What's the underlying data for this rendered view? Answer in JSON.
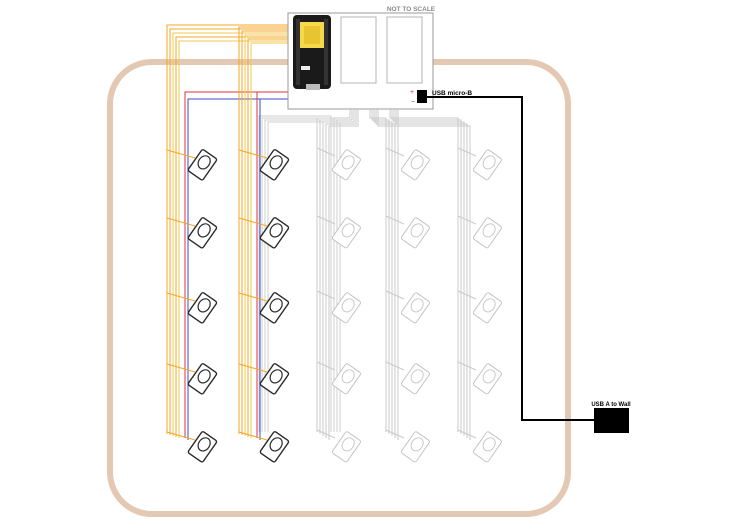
{
  "labels": {
    "scale_note": "NOT TO SCALE",
    "usb_micro": "USB micro-B",
    "usb_wall": "USB A to Wall"
  },
  "colors": {
    "enclosure": "#e3c9b3",
    "active_orange": "#f5a623",
    "active_yellow": "#f2c94c",
    "active_red": "#d9363e",
    "active_blue": "#3b4cc0",
    "inactive_gray": "#c9c9c9",
    "cable_black": "#000000",
    "wall_plug": "#000000"
  },
  "grid": {
    "columns": 5,
    "rows": 5,
    "wired_columns": 2
  }
}
